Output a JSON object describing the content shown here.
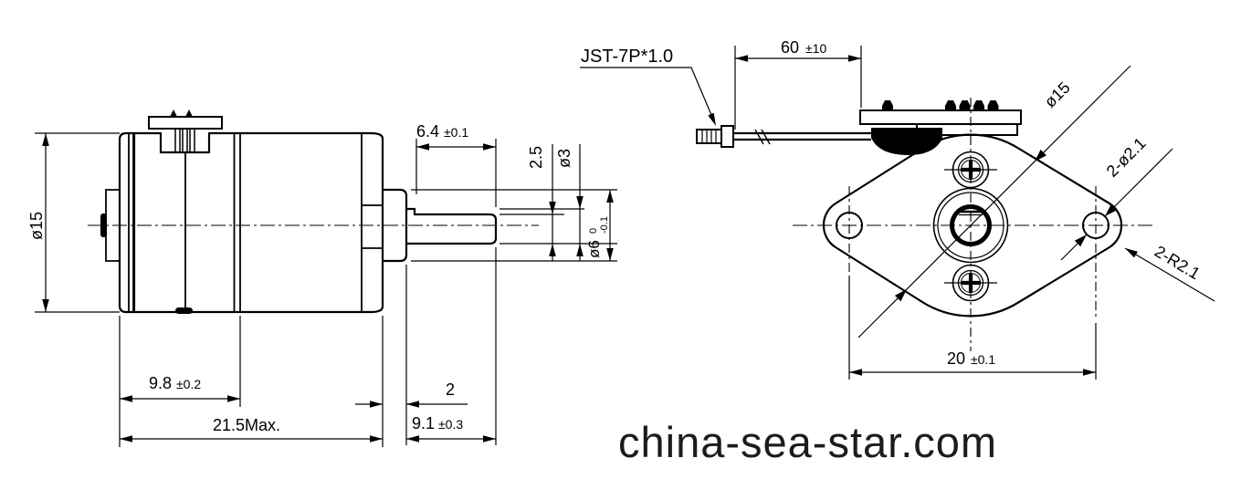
{
  "side_view": {
    "body_diameter": "ø15",
    "dim_gear_section": "9.8",
    "tol_gear_section": "±0.2",
    "dim_total_length": "21.5Max.",
    "dim_flat_length": "6.4",
    "tol_flat_length": "±0.1",
    "dim_flat_height": "2.5",
    "shaft_diameter": "ø3",
    "collar_diameter": "ø6",
    "collar_tol_upper": "0",
    "collar_tol_lower": "-0.1",
    "dim_collar_length": "2",
    "dim_shaft_length": "9.1",
    "tol_shaft_length": "±0.3"
  },
  "front_view": {
    "connector_label": "JST-7P*1.0",
    "dim_wire_length": "60",
    "tol_wire_length": "±10",
    "body_diameter": "ø15",
    "mounting_holes": "2-ø2.1",
    "flange_radius": "2-R2.1",
    "dim_hole_spacing": "20",
    "tol_hole_spacing": "±0.1"
  },
  "watermark": "china-sea-star.com"
}
